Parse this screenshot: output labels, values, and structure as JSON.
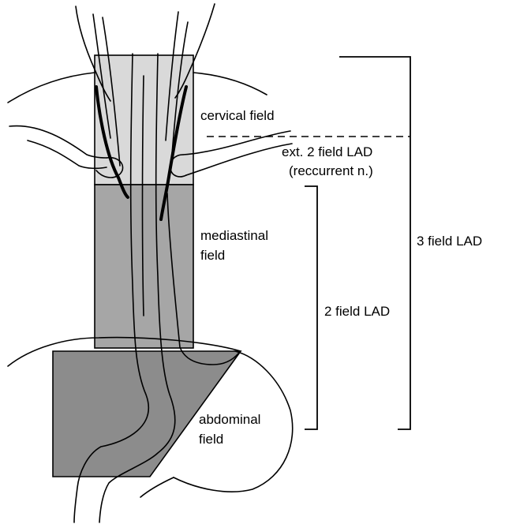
{
  "fields": {
    "cervical": {
      "line1": "cervical field",
      "fill": "#d9d9d9"
    },
    "mediastinal": {
      "line1": "mediastinal",
      "line2": "field",
      "fill": "#a6a6a6"
    },
    "abdominal": {
      "line1": "abdominal",
      "line2": "field",
      "fill": "#8c8c8c"
    }
  },
  "brackets": {
    "ext_2_field": {
      "line1": "ext. 2 field LAD",
      "line2": "(reccurrent n.)"
    },
    "two_field": {
      "label": "2 field LAD"
    },
    "three_field": {
      "label": "3 field LAD"
    }
  }
}
